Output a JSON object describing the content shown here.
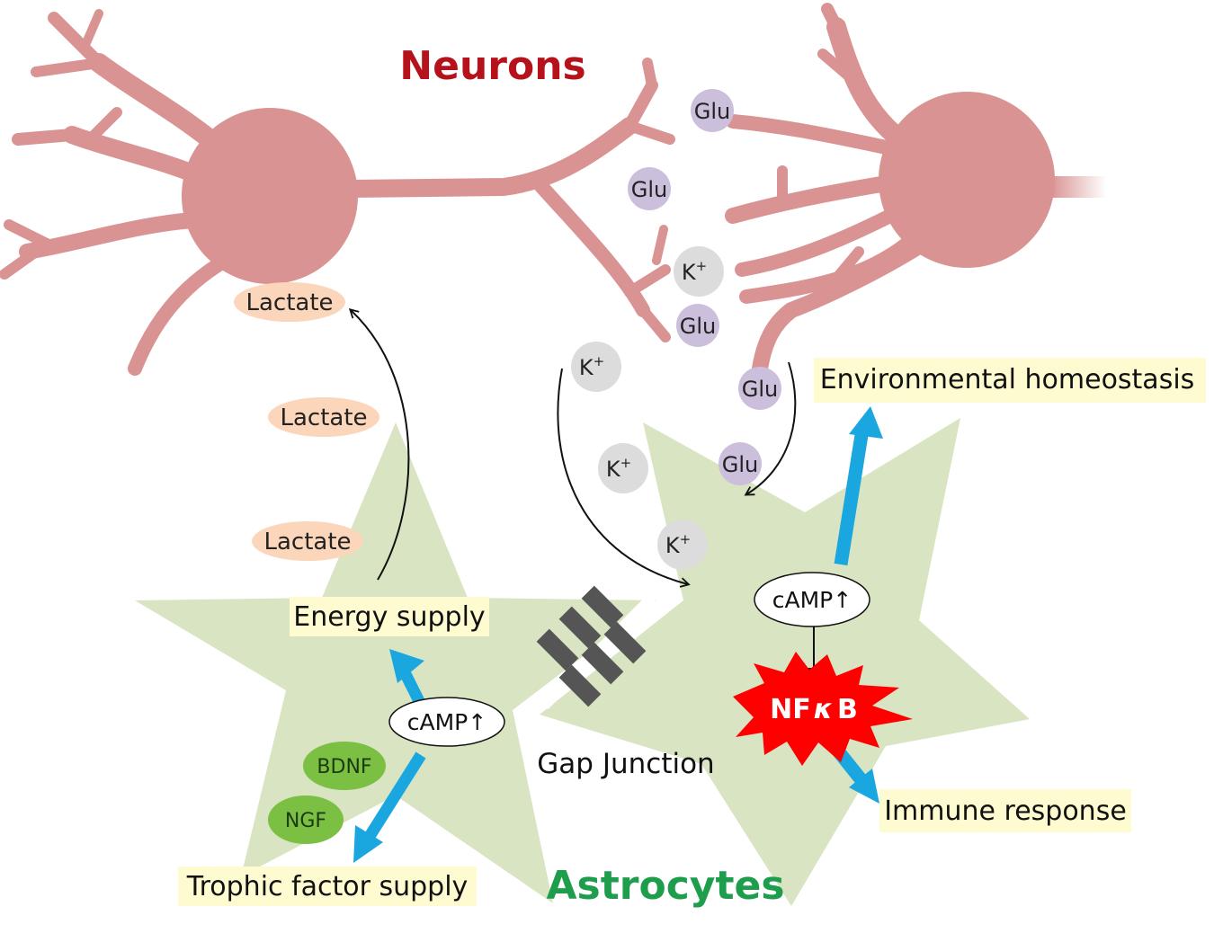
{
  "titles": {
    "neurons": "Neurons",
    "astrocytes": "Astrocytes"
  },
  "labels": {
    "energy_supply": "Energy supply",
    "trophic_supply": "Trophic factor supply",
    "env_homeostasis": "Environmental homeostasis",
    "immune_response": "Immune response",
    "gap_junction": "Gap Junction",
    "camp_left": "cAMP↑",
    "camp_right": "cAMP↑",
    "nfkb_prefix": "NF",
    "nfkb_kappa": "κ",
    "nfkb_suffix": "B"
  },
  "lactate": [
    "Lactate",
    "Lactate",
    "Lactate"
  ],
  "glu": [
    "Glu",
    "Glu",
    "Glu",
    "Glu",
    "Glu"
  ],
  "k_ion": {
    "base": "K",
    "sup": "+"
  },
  "factors": {
    "bdnf": "BDNF",
    "ngf": "NGF"
  },
  "colors": {
    "neuron": "#d99393",
    "astrocyte": "#d8e4c2",
    "highlight_box": "#fffbd0",
    "blue_arrow": "#1aa7e0",
    "glu_circle": "#cbbfdc",
    "k_circle": "#dcdcdc",
    "lactate_oval": "#fbd6bb",
    "factor_green": "#7cc043",
    "nfkb_red": "#ff0000",
    "gap_junction": "#555555",
    "neurons_title": "#b5121b",
    "astrocytes_title": "#1e9e4c"
  }
}
